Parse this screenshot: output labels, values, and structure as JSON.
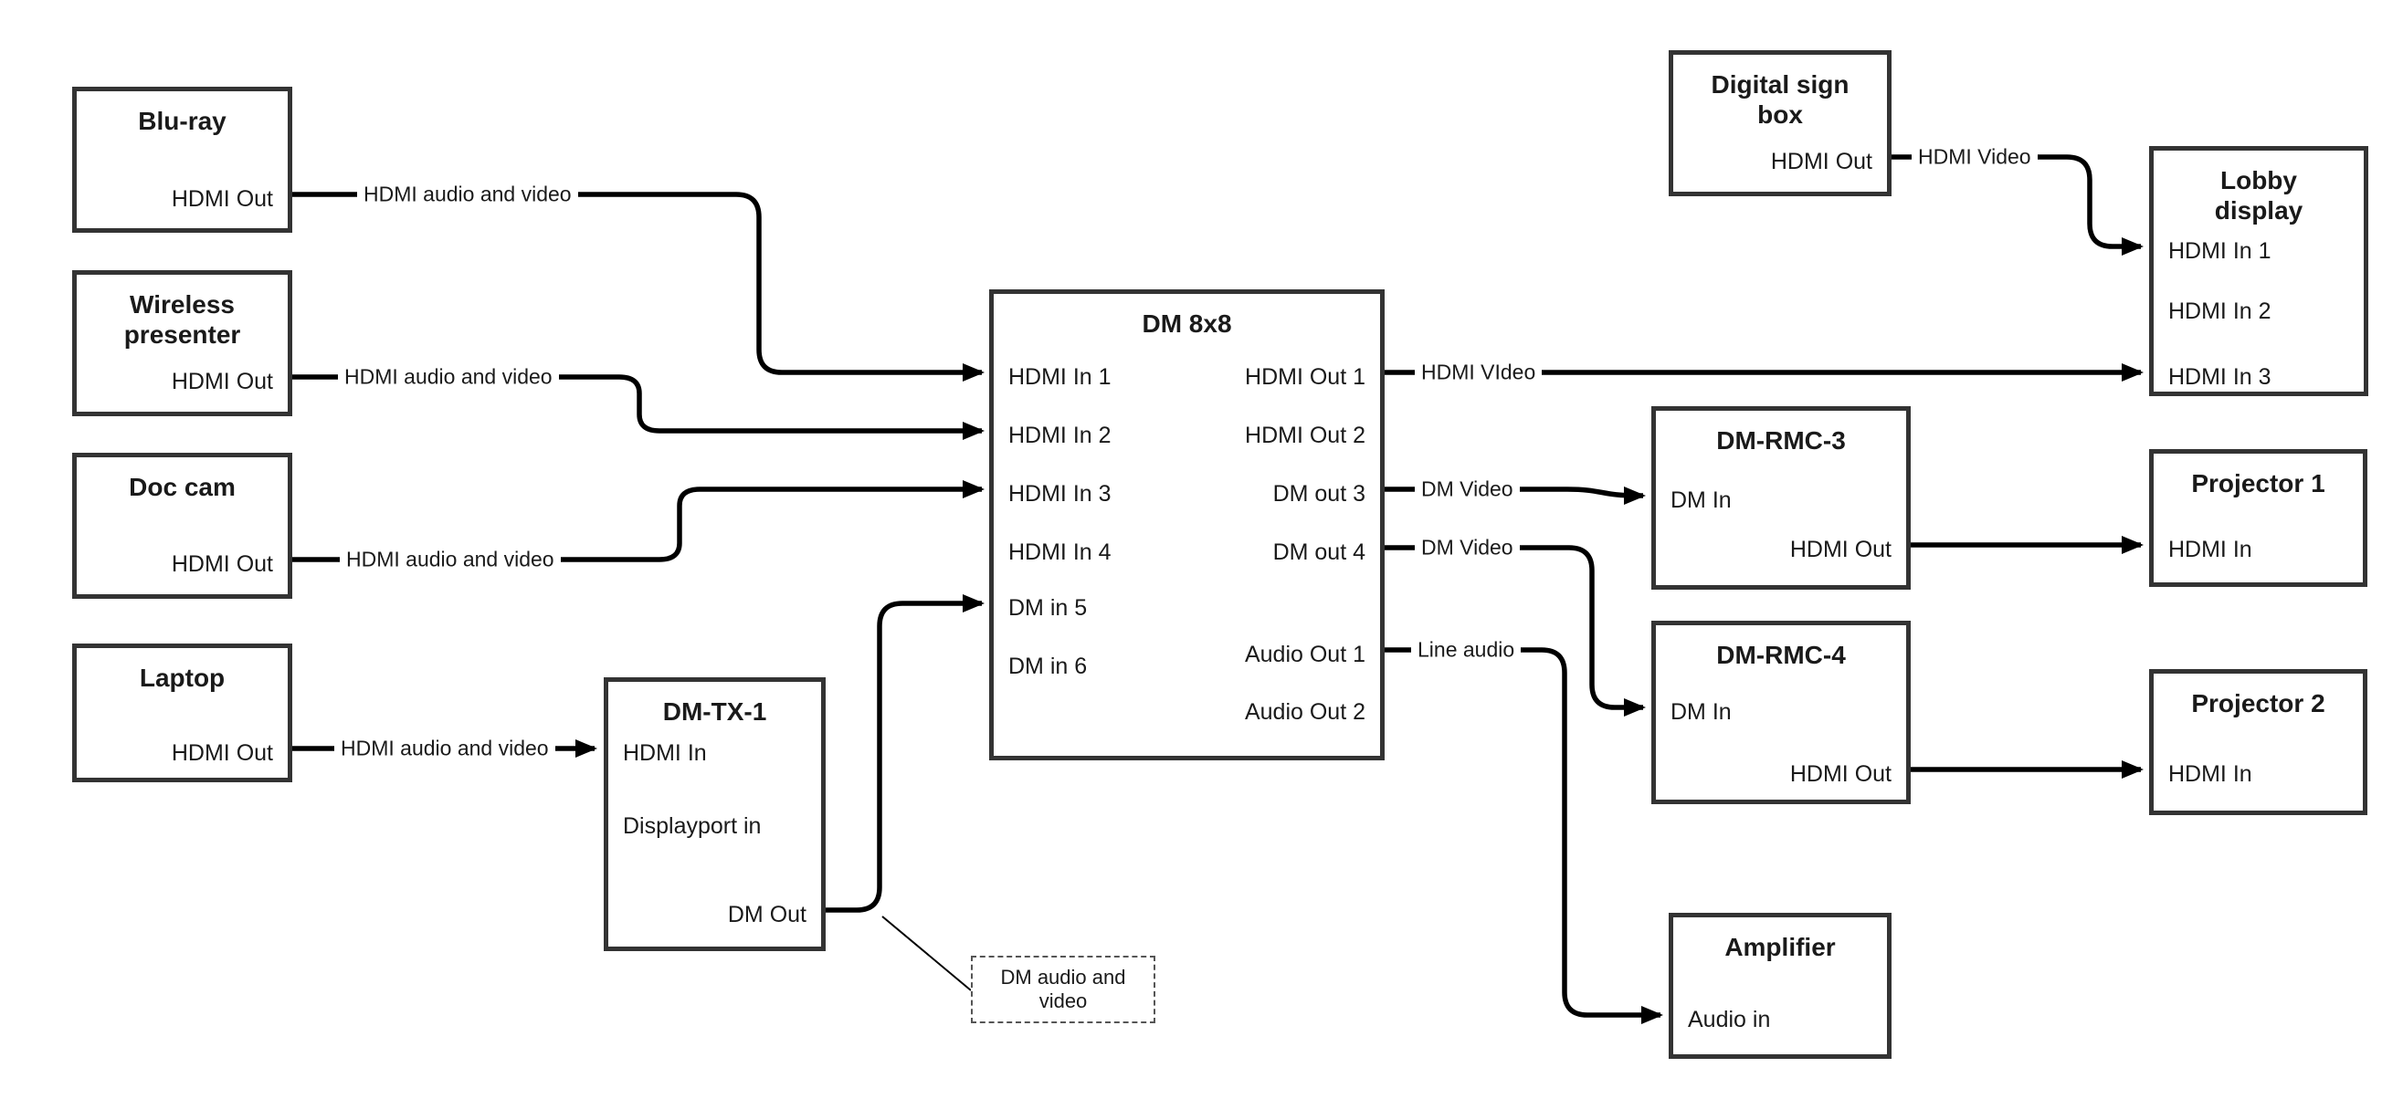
{
  "nodes": {
    "blu_ray": {
      "title": "Blu-ray",
      "ports": {
        "hdmi_out": "HDMI Out"
      }
    },
    "wireless_presenter": {
      "title": "Wireless presenter",
      "ports": {
        "hdmi_out": "HDMI Out"
      }
    },
    "doc_cam": {
      "title": "Doc cam",
      "ports": {
        "hdmi_out": "HDMI Out"
      }
    },
    "laptop": {
      "title": "Laptop",
      "ports": {
        "hdmi_out": "HDMI Out"
      }
    },
    "dm_tx_1": {
      "title": "DM-TX-1",
      "ports": {
        "hdmi_in": "HDMI In",
        "displayport_in": "Displayport in",
        "dm_out": "DM Out"
      }
    },
    "dm_8x8": {
      "title": "DM 8x8",
      "ports": {
        "hdmi_in_1": "HDMI In 1",
        "hdmi_in_2": "HDMI In 2",
        "hdmi_in_3": "HDMI In 3",
        "hdmi_in_4": "HDMI In 4",
        "dm_in_5": "DM in 5",
        "dm_in_6": "DM in 6",
        "hdmi_out_1": "HDMI Out 1",
        "hdmi_out_2": "HDMI Out 2",
        "dm_out_3": "DM out 3",
        "dm_out_4": "DM out 4",
        "audio_out_1": "Audio Out 1",
        "audio_out_2": "Audio Out 2"
      }
    },
    "digital_sign_box": {
      "title": "Digital sign box",
      "ports": {
        "hdmi_out": "HDMI Out"
      }
    },
    "lobby_display": {
      "title": "Lobby display",
      "ports": {
        "hdmi_in_1": "HDMI In 1",
        "hdmi_in_2": "HDMI In 2",
        "hdmi_in_3": "HDMI In 3"
      }
    },
    "dm_rmc_3": {
      "title": "DM-RMC-3",
      "ports": {
        "dm_in": "DM In",
        "hdmi_out": "HDMI Out"
      }
    },
    "projector_1": {
      "title": "Projector 1",
      "ports": {
        "hdmi_in": "HDMI In"
      }
    },
    "dm_rmc_4": {
      "title": "DM-RMC-4",
      "ports": {
        "dm_in": "DM In",
        "hdmi_out": "HDMI Out"
      }
    },
    "projector_2": {
      "title": "Projector 2",
      "ports": {
        "hdmi_in": "HDMI In"
      }
    },
    "amplifier": {
      "title": "Amplifier",
      "ports": {
        "audio_in": "Audio in"
      }
    }
  },
  "edge_labels": {
    "blu_ray_to_dm8x8": "HDMI audio and video",
    "wireless_to_dm8x8": "HDMI audio and video",
    "doc_cam_to_dm8x8": "HDMI audio and video",
    "laptop_to_dmtx1": "HDMI audio and video",
    "digital_sign_to_lobby": "HDMI Video",
    "dm8x8_to_lobby": "HDMI VIdeo",
    "dm8x8_to_rmc3": "DM Video",
    "dm8x8_to_rmc4": "DM Video",
    "dm8x8_to_amplifier": "Line audio"
  },
  "note": {
    "text": "DM audio and video"
  },
  "colors": {
    "background": "#ffffff",
    "box_border": "#333333",
    "wire": "#000000",
    "text": "#1a1a1a"
  }
}
